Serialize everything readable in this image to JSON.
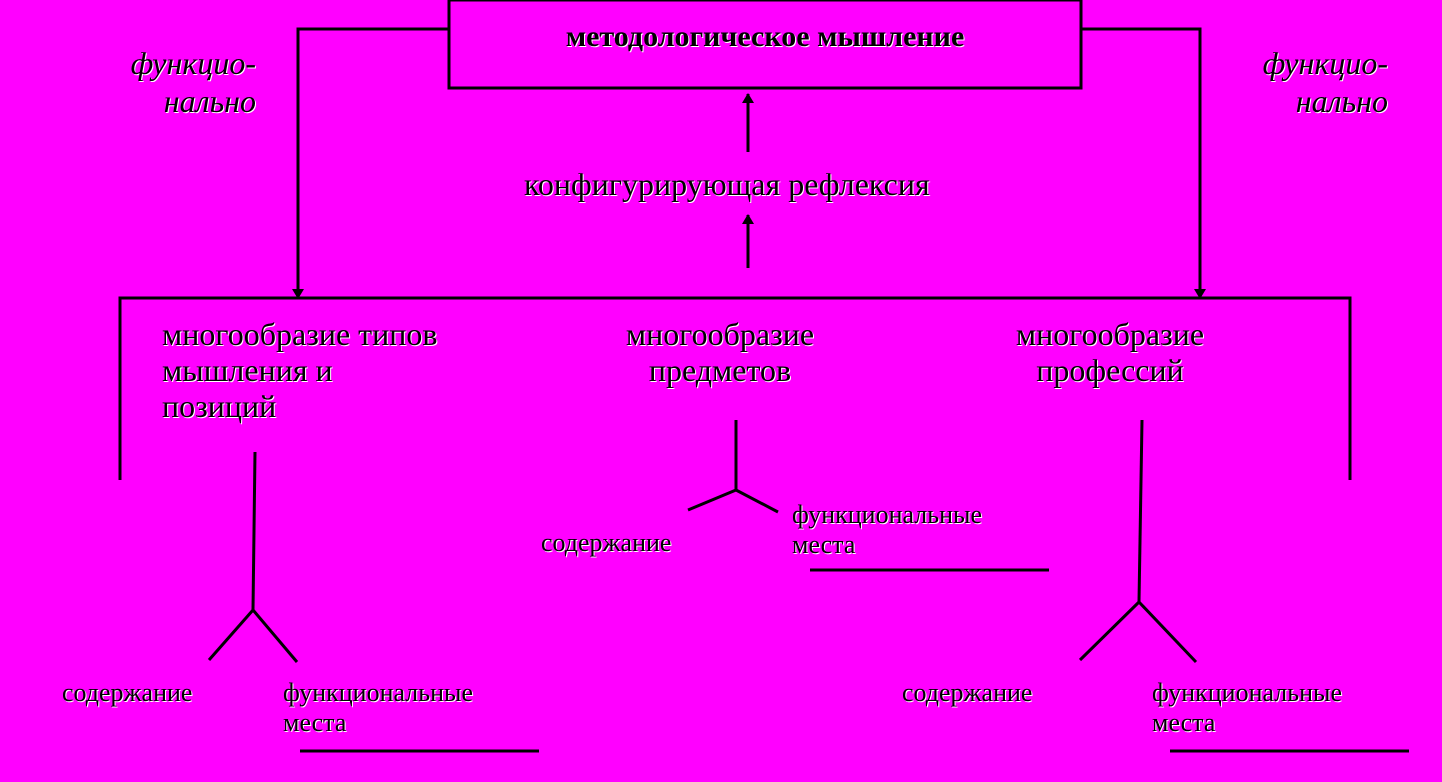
{
  "top_box": {
    "title": "методологическое мышление"
  },
  "left_edge_label": [
    "функцио-",
    "нально"
  ],
  "right_edge_label": [
    "функцио-",
    "нально"
  ],
  "reflection": "конфигурирующая рефлексия",
  "nodes": [
    {
      "name": "types",
      "lines": [
        "многообразие типов",
        "мышления и",
        "позиций"
      ],
      "content": "содержание",
      "functional": [
        "функциональные",
        "места"
      ]
    },
    {
      "name": "subjects",
      "lines": [
        "многообразие",
        "предметов"
      ],
      "content": "содержание",
      "functional": [
        "функциональные",
        "места"
      ]
    },
    {
      "name": "professions",
      "lines": [
        "многообразие",
        "профессий"
      ],
      "content": "содержание",
      "functional": [
        "функциональные",
        "места"
      ]
    }
  ]
}
